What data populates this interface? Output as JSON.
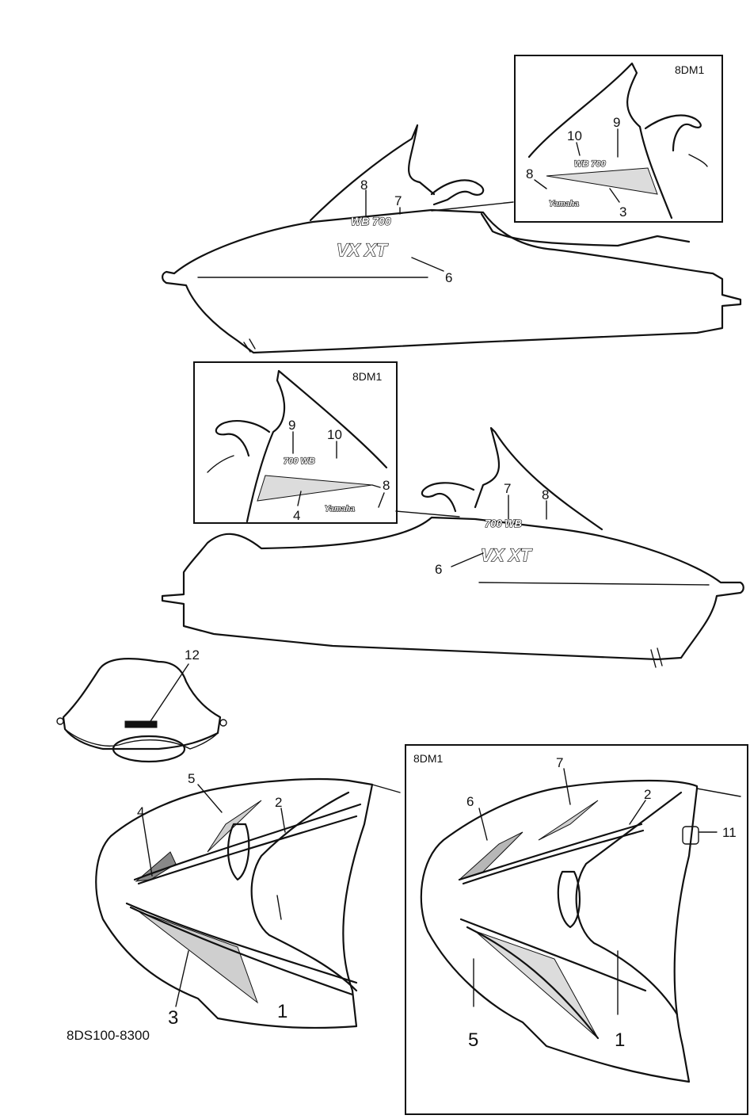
{
  "variant_code": "8DM1",
  "figure_reference": "8DS100-8300",
  "side_view_right": {
    "callouts": {
      "c6": "6",
      "c7": "7",
      "c8": "8"
    },
    "inset_callouts": {
      "c3": "3",
      "c8": "8",
      "c9": "9",
      "c10": "10"
    }
  },
  "side_view_left": {
    "callouts": {
      "c6": "6",
      "c7": "7",
      "c8": "8"
    },
    "inset_callouts": {
      "c4": "4",
      "c8": "8",
      "c9": "9",
      "c10": "10"
    }
  },
  "front_cowl": {
    "callouts": {
      "c12": "12"
    }
  },
  "top_view_standard": {
    "callouts": {
      "c1": "1",
      "c2": "2",
      "c3": "3",
      "c4": "4",
      "c5": "5"
    }
  },
  "top_view_variant": {
    "callouts": {
      "c1": "1",
      "c2": "2",
      "c5": "5",
      "c6": "6",
      "c7": "7",
      "c11": "11"
    }
  },
  "icons": [
    "hull-outline-icon",
    "seat-icon",
    "handlebar-icon",
    "windshield-icon"
  ],
  "colors": {
    "ink": "#111111",
    "paper": "#ffffff"
  }
}
